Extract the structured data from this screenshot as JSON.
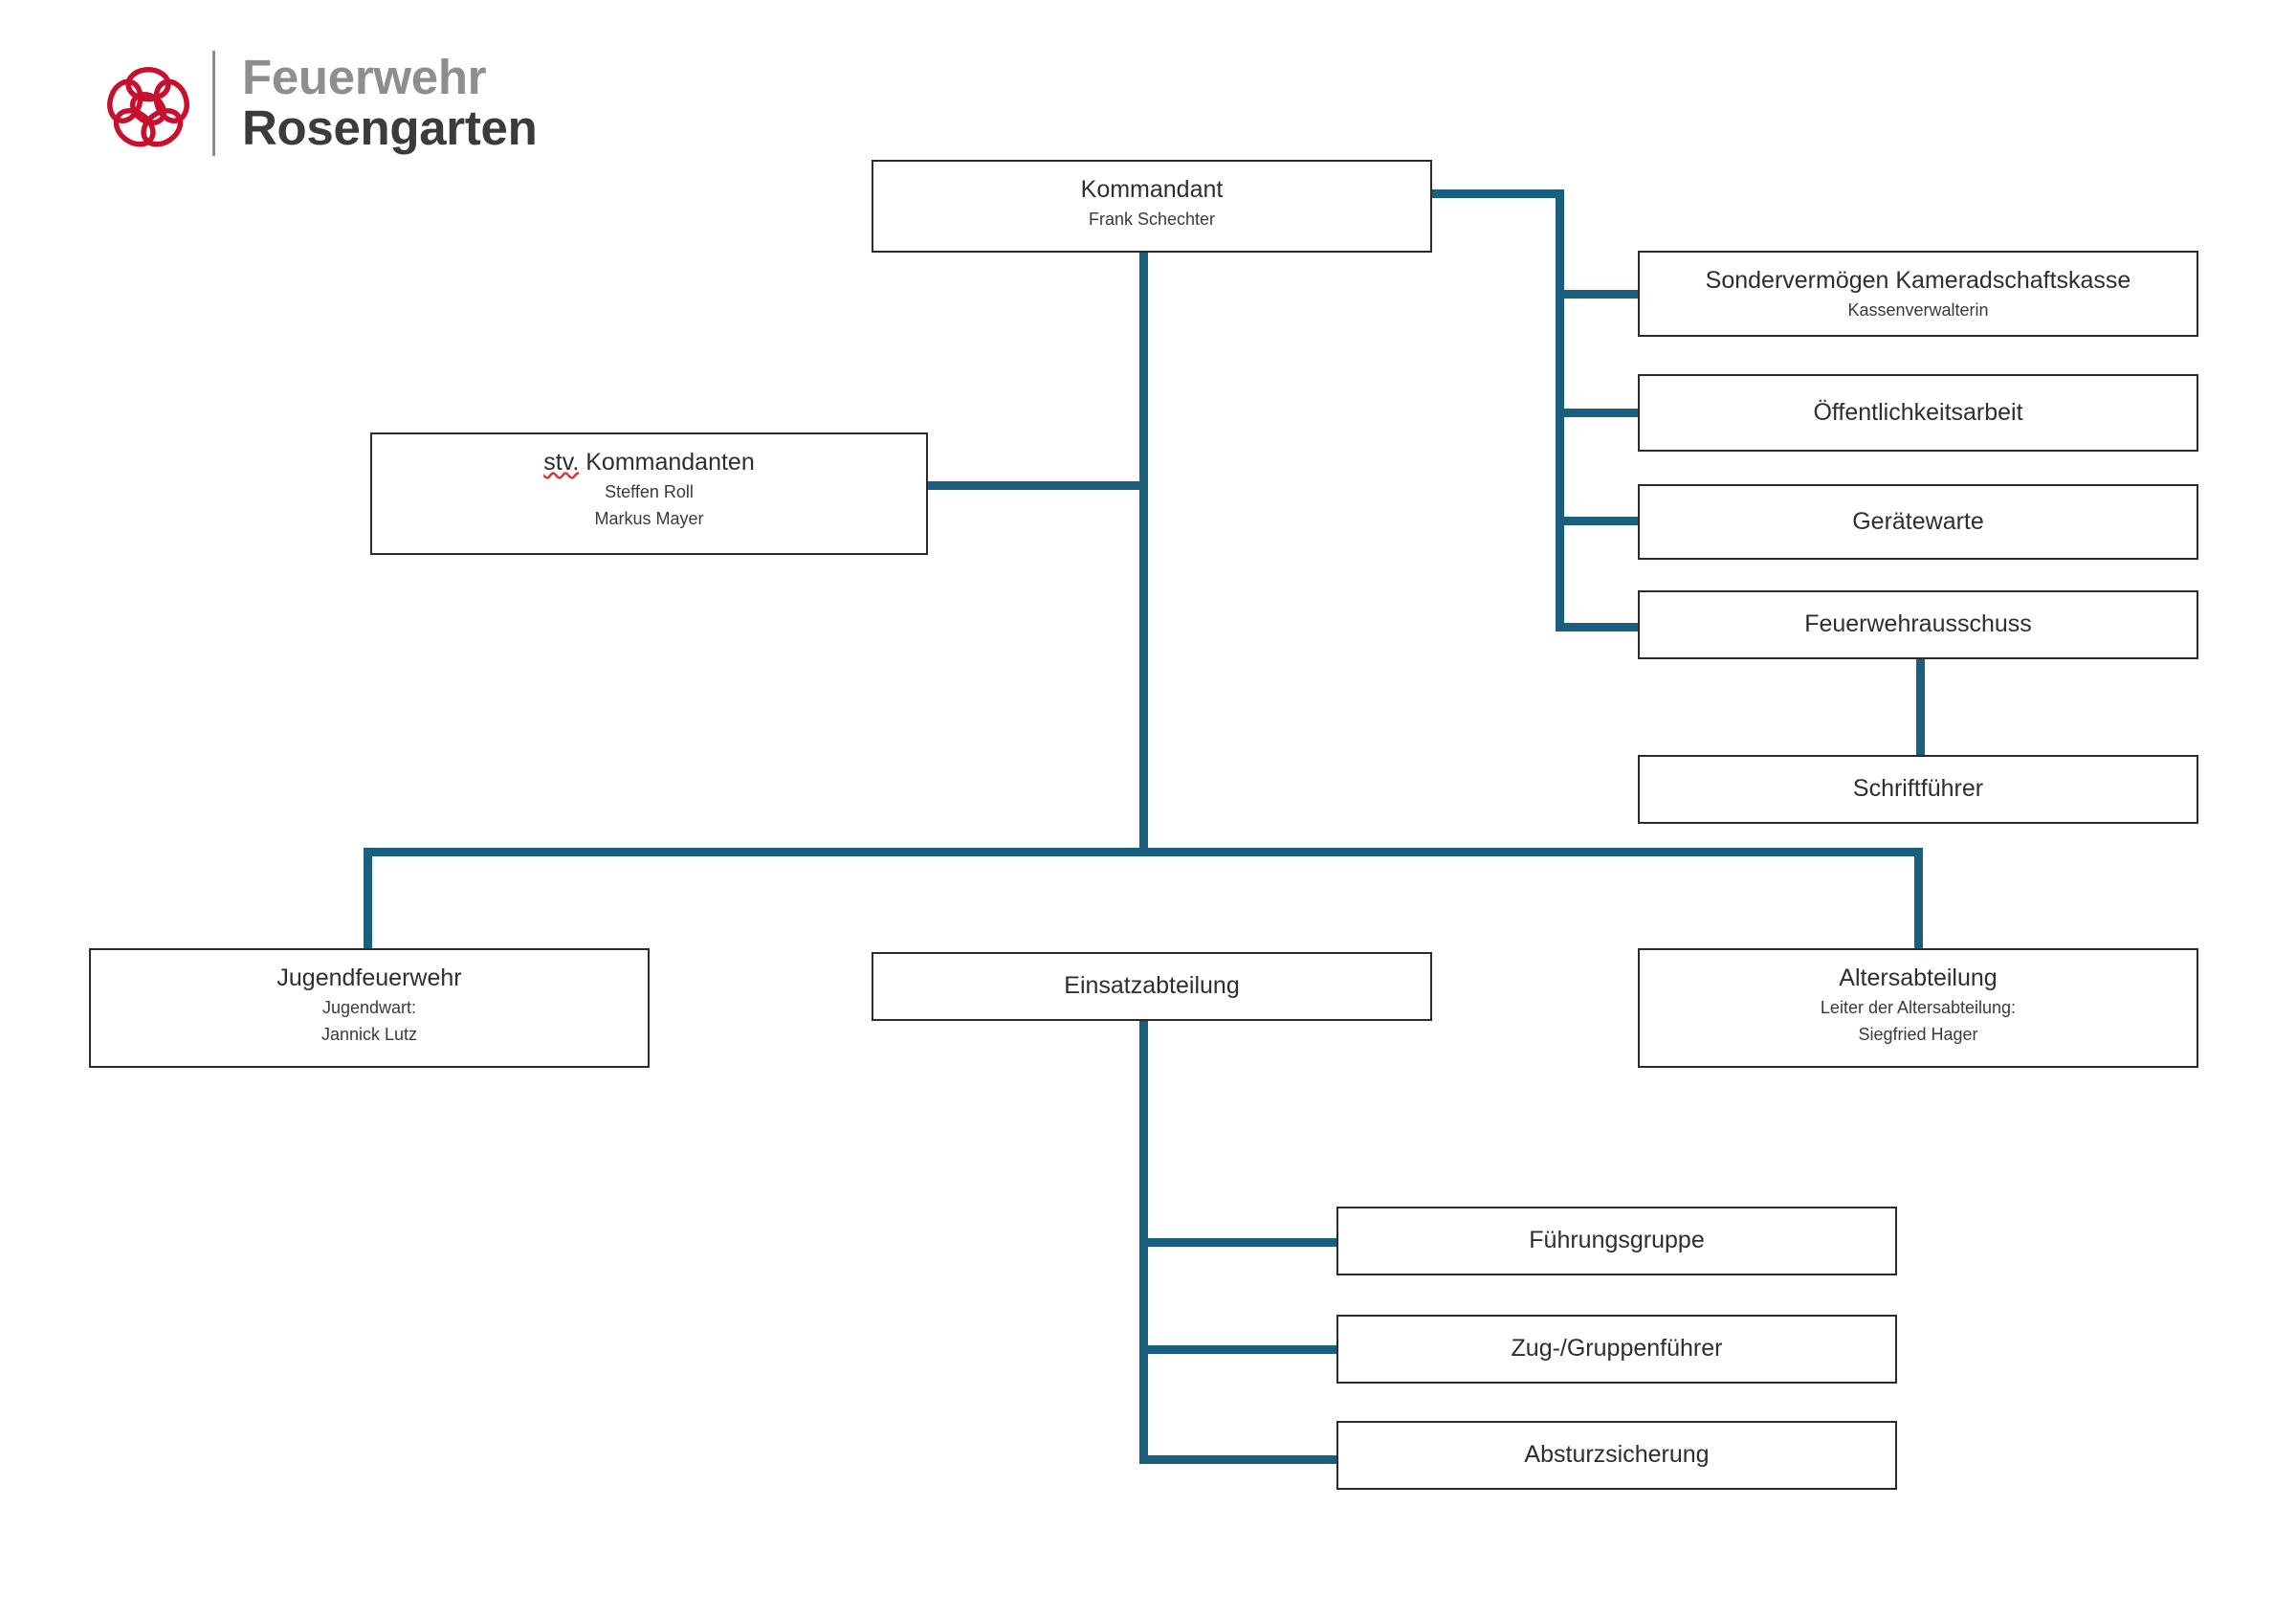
{
  "brand": {
    "logo_icon": "rose-flower-icon",
    "line1": "Feuerwehr",
    "line2": "Rosengarten",
    "accent_color": "#c8102e",
    "line1_color": "#8e8e8e",
    "line2_color": "#3b3b3b"
  },
  "theme": {
    "connector_color": "#1b5f7e",
    "box_border_color": "#2b2b2b",
    "box_fill": "#ffffff",
    "page_background": "#ffffff"
  },
  "chart_data": {
    "type": "diagram",
    "subtype": "organizational-chart",
    "title": "Feuerwehr Rosengarten Organigramm",
    "nodes": [
      {
        "id": "kommandant",
        "title": "Kommandant",
        "subtitles": [
          "Frank Schechter"
        ],
        "level": 0
      },
      {
        "id": "stv-kommandanten",
        "title": "stv. Kommandanten",
        "title_misspelled_part": "stv.",
        "subtitles": [
          "Steffen Roll",
          "Markus Mayer"
        ],
        "level": 1,
        "parent": "kommandant"
      },
      {
        "id": "sondervermoegen-kameradschaftskasse",
        "title": "Sondervermögen Kameradschaftskasse",
        "subtitles": [
          "Kassenverwalterin"
        ],
        "level": 1,
        "parent": "kommandant"
      },
      {
        "id": "oeffentlichkeitsarbeit",
        "title": "Öffentlichkeitsarbeit",
        "subtitles": [],
        "level": 1,
        "parent": "kommandant"
      },
      {
        "id": "geraetewarte",
        "title": "Gerätewarte",
        "subtitles": [],
        "level": 1,
        "parent": "kommandant"
      },
      {
        "id": "feuerwehrausschuss",
        "title": "Feuerwehrausschuss",
        "subtitles": [],
        "level": 1,
        "parent": "kommandant"
      },
      {
        "id": "schriftfuehrer",
        "title": "Schriftführer",
        "subtitles": [],
        "level": 2,
        "parent": "feuerwehrausschuss"
      },
      {
        "id": "jugendfeuerwehr",
        "title": "Jugendfeuerwehr",
        "subtitles": [
          "Jugendwart:",
          "Jannick Lutz"
        ],
        "level": 1,
        "parent": "kommandant"
      },
      {
        "id": "einsatzabteilung",
        "title": "Einsatzabteilung",
        "subtitles": [],
        "level": 1,
        "parent": "kommandant"
      },
      {
        "id": "altersabteilung",
        "title": "Altersabteilung",
        "subtitles": [
          "Leiter der Altersabteilung:",
          "Siegfried Hager"
        ],
        "level": 1,
        "parent": "kommandant"
      },
      {
        "id": "fuehrungsgruppe",
        "title": "Führungsgruppe",
        "subtitles": [],
        "level": 2,
        "parent": "einsatzabteilung"
      },
      {
        "id": "zug-gruppenfuehrer",
        "title": "Zug-/Gruppenführer",
        "subtitles": [],
        "level": 2,
        "parent": "einsatzabteilung"
      },
      {
        "id": "absturzsicherung",
        "title": "Absturzsicherung",
        "subtitles": [],
        "level": 2,
        "parent": "einsatzabteilung"
      }
    ],
    "edges": [
      {
        "from": "kommandant",
        "to": "stv-kommandanten"
      },
      {
        "from": "kommandant",
        "to": "sondervermoegen-kameradschaftskasse"
      },
      {
        "from": "kommandant",
        "to": "oeffentlichkeitsarbeit"
      },
      {
        "from": "kommandant",
        "to": "geraetewarte"
      },
      {
        "from": "kommandant",
        "to": "feuerwehrausschuss"
      },
      {
        "from": "feuerwehrausschuss",
        "to": "schriftfuehrer"
      },
      {
        "from": "kommandant",
        "to": "jugendfeuerwehr"
      },
      {
        "from": "kommandant",
        "to": "einsatzabteilung"
      },
      {
        "from": "kommandant",
        "to": "altersabteilung"
      },
      {
        "from": "einsatzabteilung",
        "to": "fuehrungsgruppe"
      },
      {
        "from": "einsatzabteilung",
        "to": "zug-gruppenfuehrer"
      },
      {
        "from": "einsatzabteilung",
        "to": "absturzsicherung"
      }
    ]
  },
  "nodes": {
    "kommandant": {
      "title": "Kommandant",
      "sub1": "Frank Schechter"
    },
    "stv": {
      "title_prefix": "stv.",
      "title_rest": " Kommandanten",
      "sub1": "Steffen Roll",
      "sub2": "Markus Mayer"
    },
    "kameradschaft": {
      "title": "Sondervermögen Kameradschaftskasse",
      "sub1": "Kassenverwalterin"
    },
    "oeffentlichkeit": {
      "title": "Öffentlichkeitsarbeit"
    },
    "geraetewarte": {
      "title": "Gerätewarte"
    },
    "ausschuss": {
      "title": "Feuerwehrausschuss"
    },
    "schriftfuehrer": {
      "title": "Schriftführer"
    },
    "jugend": {
      "title": "Jugendfeuerwehr",
      "sub1": "Jugendwart:",
      "sub2": "Jannick Lutz"
    },
    "einsatz": {
      "title": "Einsatzabteilung"
    },
    "alters": {
      "title": "Altersabteilung",
      "sub1": "Leiter der Altersabteilung:",
      "sub2": "Siegfried Hager"
    },
    "fuehrungsgruppe": {
      "title": "Führungsgruppe"
    },
    "zugfuehrer": {
      "title": "Zug-/Gruppenführer"
    },
    "absturz": {
      "title": "Absturzsicherung"
    }
  }
}
